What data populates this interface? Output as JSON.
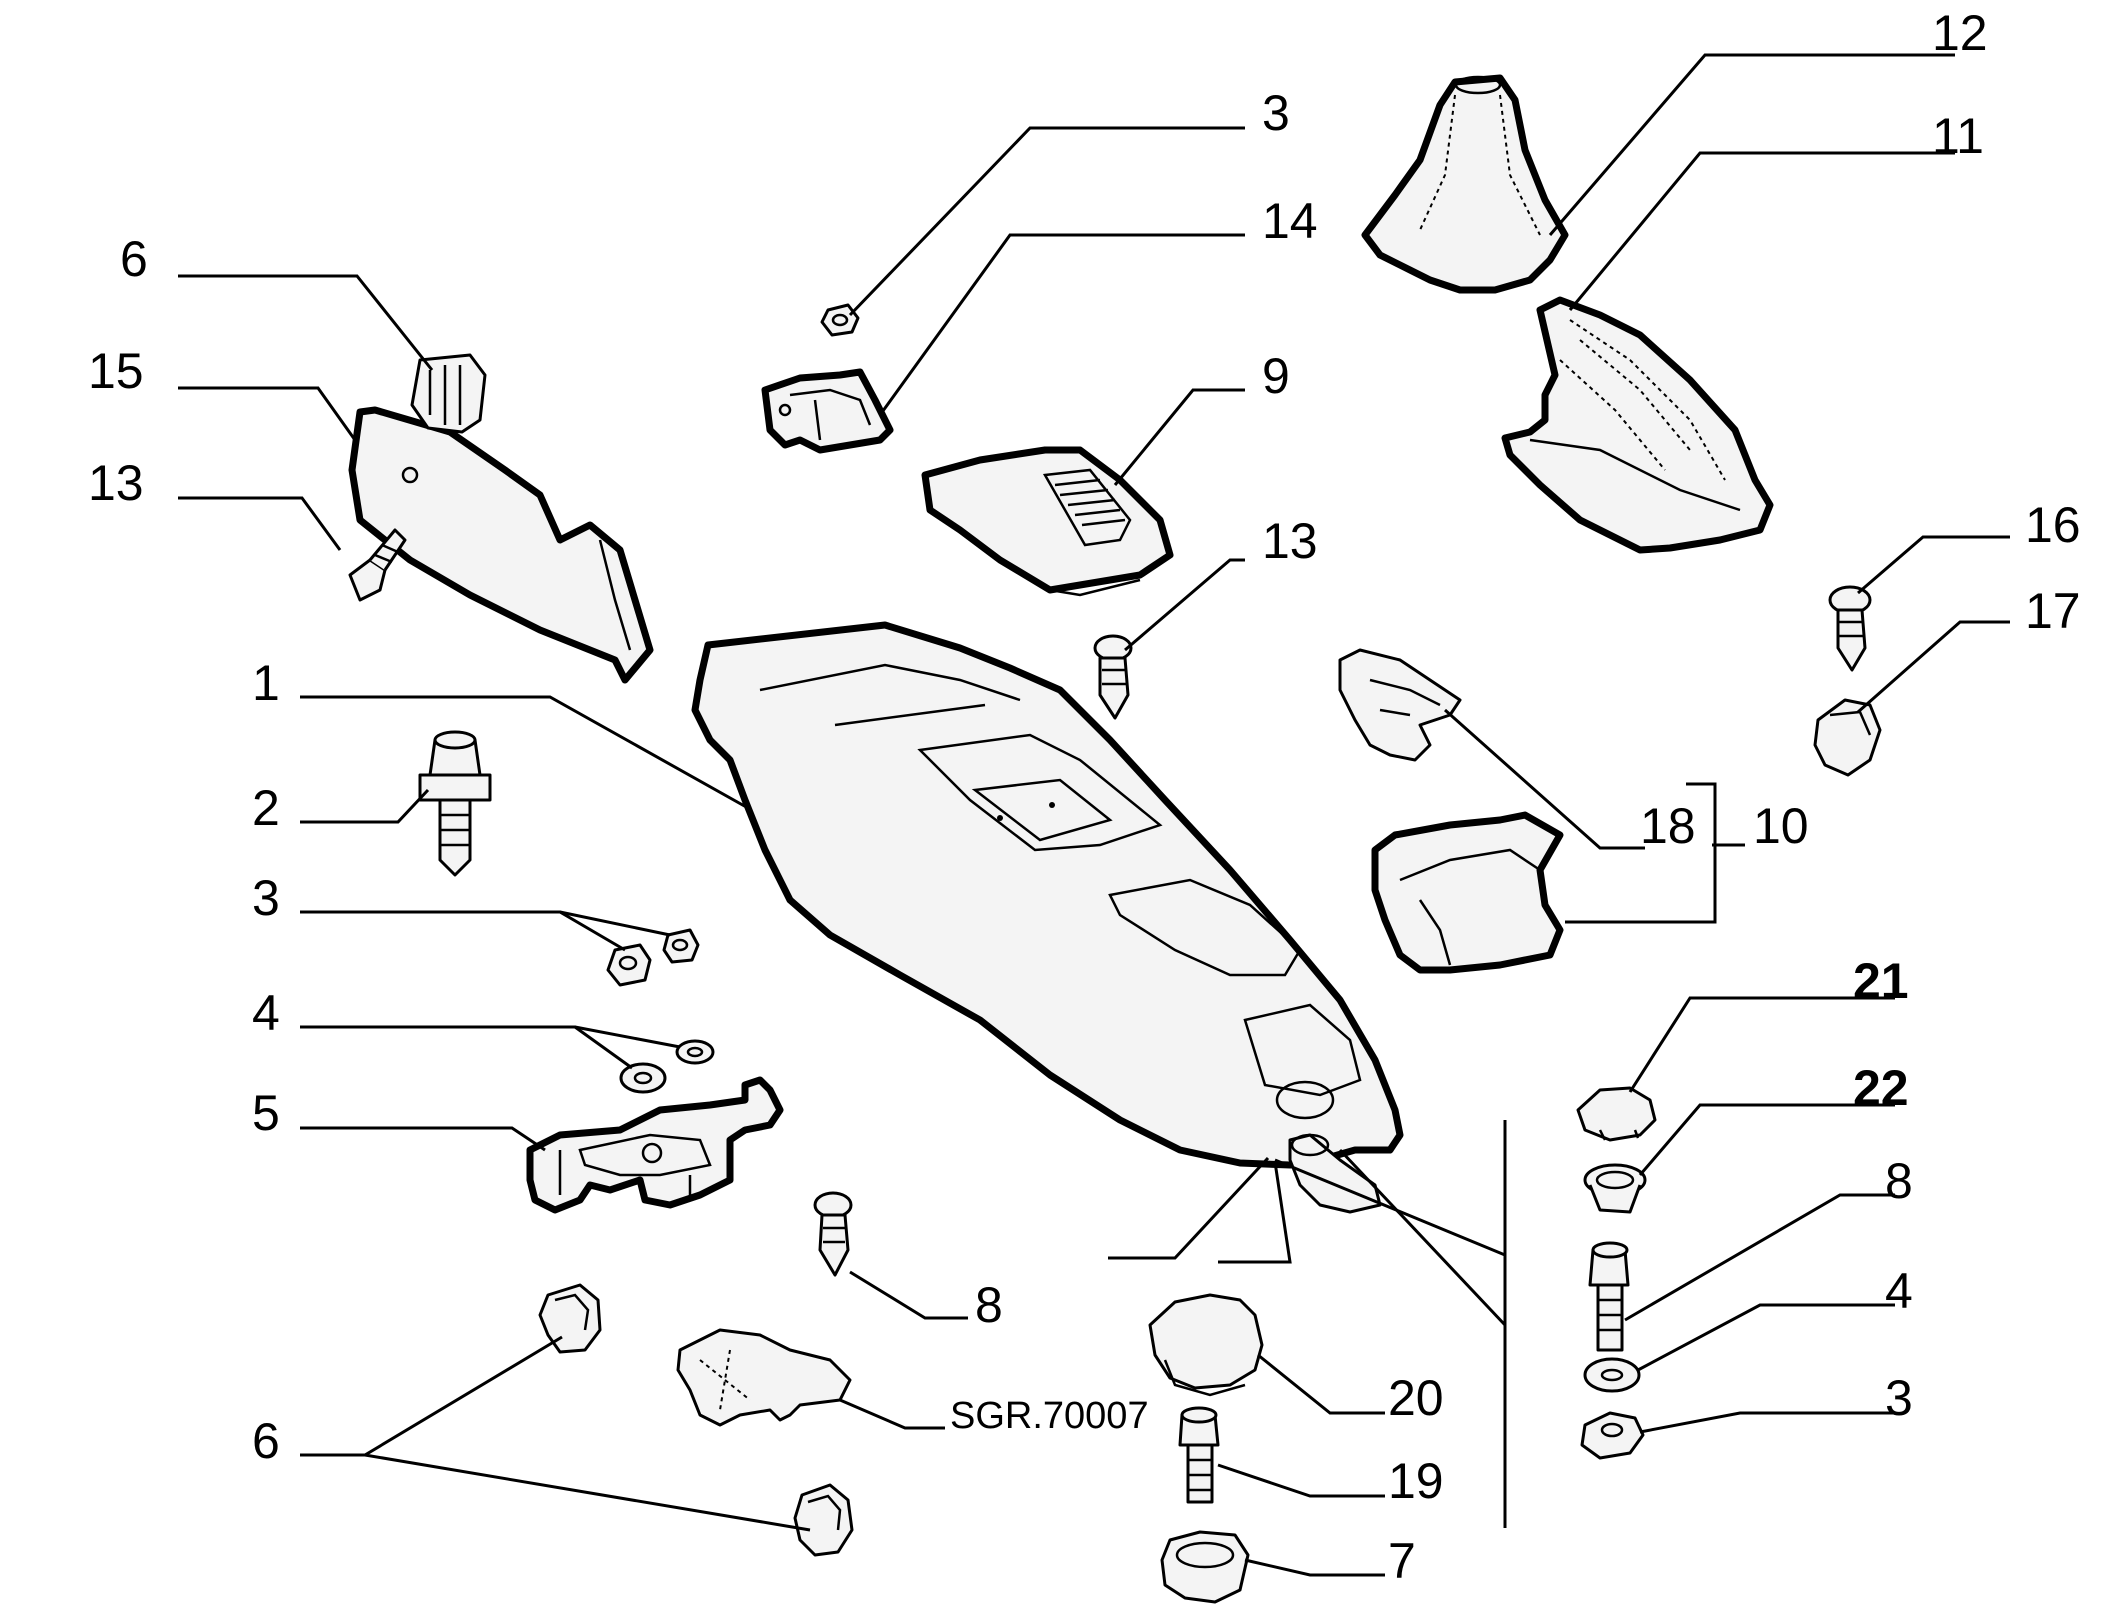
{
  "diagram": {
    "callouts": {
      "c_6_top": "6",
      "c_15": "15",
      "c_13_left": "13",
      "c_1": "1",
      "c_2": "2",
      "c_3_left": "3",
      "c_4_left": "4",
      "c_5": "5",
      "c_6_bottom": "6",
      "c_8_mid": "8",
      "c_3_top": "3",
      "c_14": "14",
      "c_9": "9",
      "c_13_mid": "13",
      "c_12": "12",
      "c_11": "11",
      "c_16": "16",
      "c_17": "17",
      "c_18": "18",
      "c_10": "10",
      "c_21": "21",
      "c_22": "22",
      "c_8_right": "8",
      "c_4_right": "4",
      "c_3_right": "3",
      "c_20": "20",
      "c_19": "19",
      "c_7": "7"
    },
    "reference_code": "SGR.70007"
  }
}
